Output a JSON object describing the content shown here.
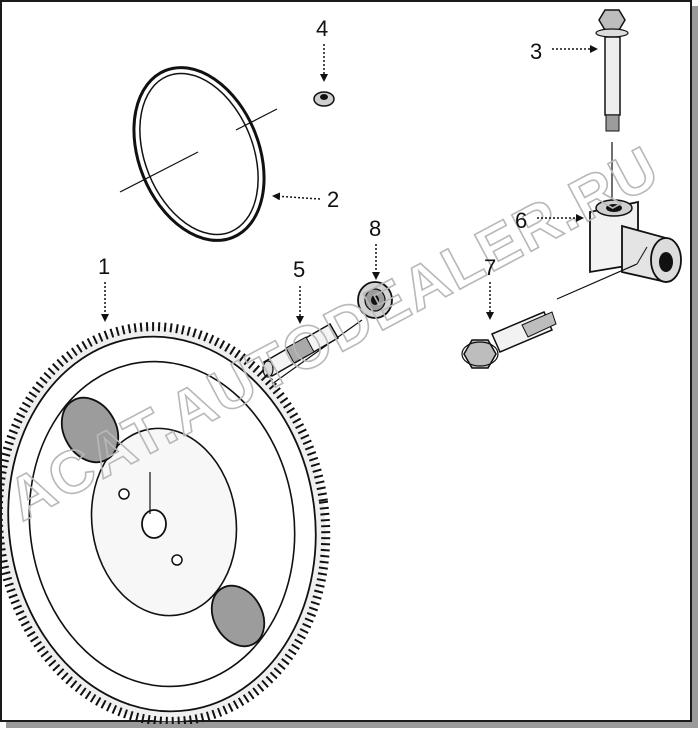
{
  "callouts": {
    "c1": "1",
    "c2": "2",
    "c3": "3",
    "c4": "4",
    "c5": "5",
    "c6": "6",
    "c7": "7",
    "c8": "8"
  },
  "watermark": "ACAT.AUTODEALER.RU",
  "colors": {
    "line": "#111111",
    "shade": "#9c9c9c",
    "watermark": "#b8b8b8"
  }
}
